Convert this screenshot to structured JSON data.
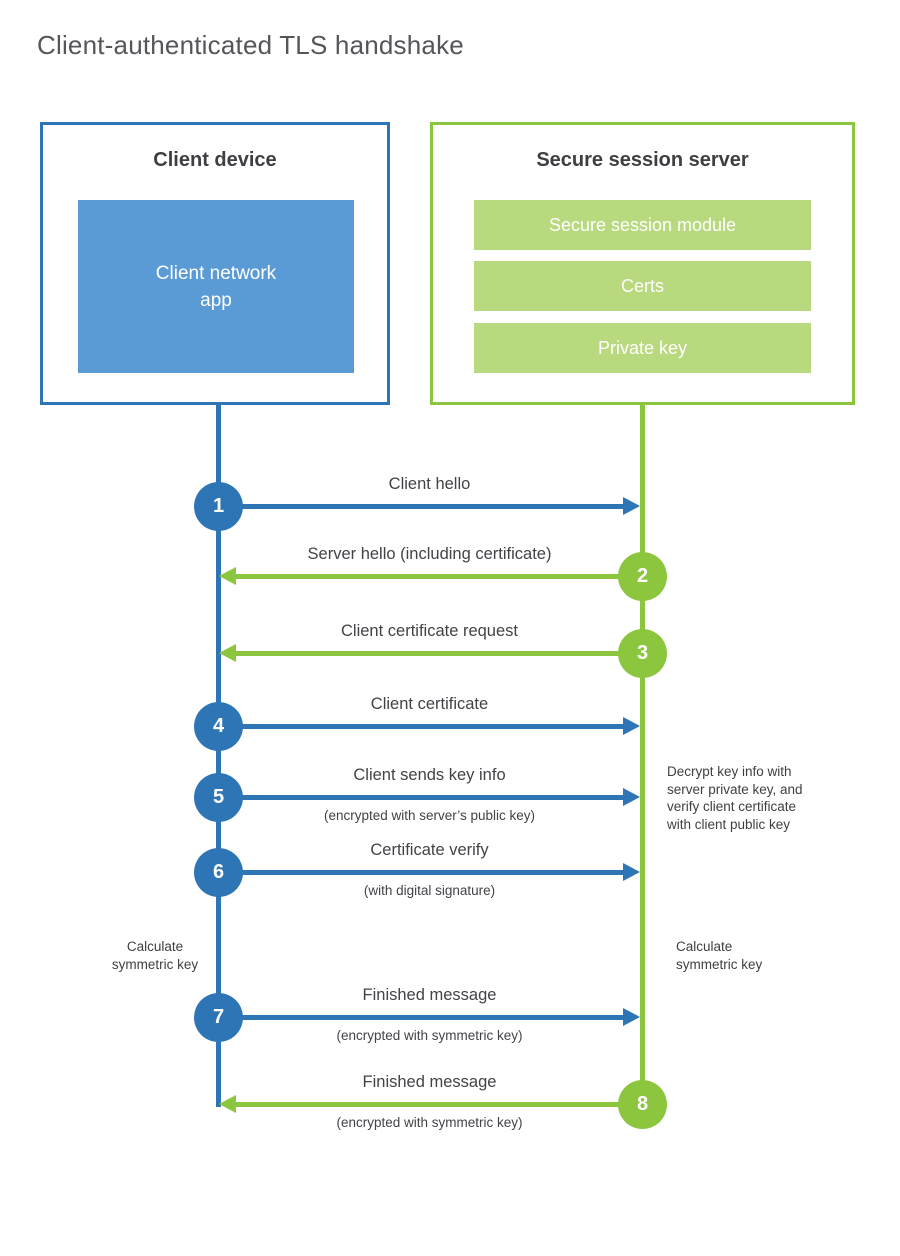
{
  "title": "Client-authenticated TLS handshake",
  "colors": {
    "blue_dark": "#2e75b6",
    "blue_light": "#5b9bd5",
    "green_dark": "#8cc63e",
    "green_light": "#b8d97e"
  },
  "client": {
    "title": "Client device",
    "app_label": "Client network\napp"
  },
  "server": {
    "title": "Secure session server",
    "modules": [
      "Secure session module",
      "Certs",
      "Private key"
    ]
  },
  "steps": [
    {
      "num": "1",
      "label": "Client hello",
      "sublabel": "",
      "direction": "client-to-server"
    },
    {
      "num": "2",
      "label": "Server hello (including certificate)",
      "sublabel": "",
      "direction": "server-to-client"
    },
    {
      "num": "3",
      "label": "Client certificate request",
      "sublabel": "",
      "direction": "server-to-client"
    },
    {
      "num": "4",
      "label": "Client certificate",
      "sublabel": "",
      "direction": "client-to-server"
    },
    {
      "num": "5",
      "label": "Client sends key info",
      "sublabel": "(encrypted with server’s public key)",
      "direction": "client-to-server"
    },
    {
      "num": "6",
      "label": "Certificate verify",
      "sublabel": "(with digital signature)",
      "direction": "client-to-server"
    },
    {
      "num": "7",
      "label": "Finished message",
      "sublabel": "(encrypted with symmetric key)",
      "direction": "client-to-server"
    },
    {
      "num": "8",
      "label": "Finished message",
      "sublabel": "(encrypted with symmetric key)",
      "direction": "server-to-client"
    }
  ],
  "notes": {
    "decrypt": "Decrypt key info with\nserver private key, and\nverify client certificate\nwith client public key",
    "calc_left": "Calculate\nsymmetric key",
    "calc_right": "Calculate\nsymmetric key"
  }
}
